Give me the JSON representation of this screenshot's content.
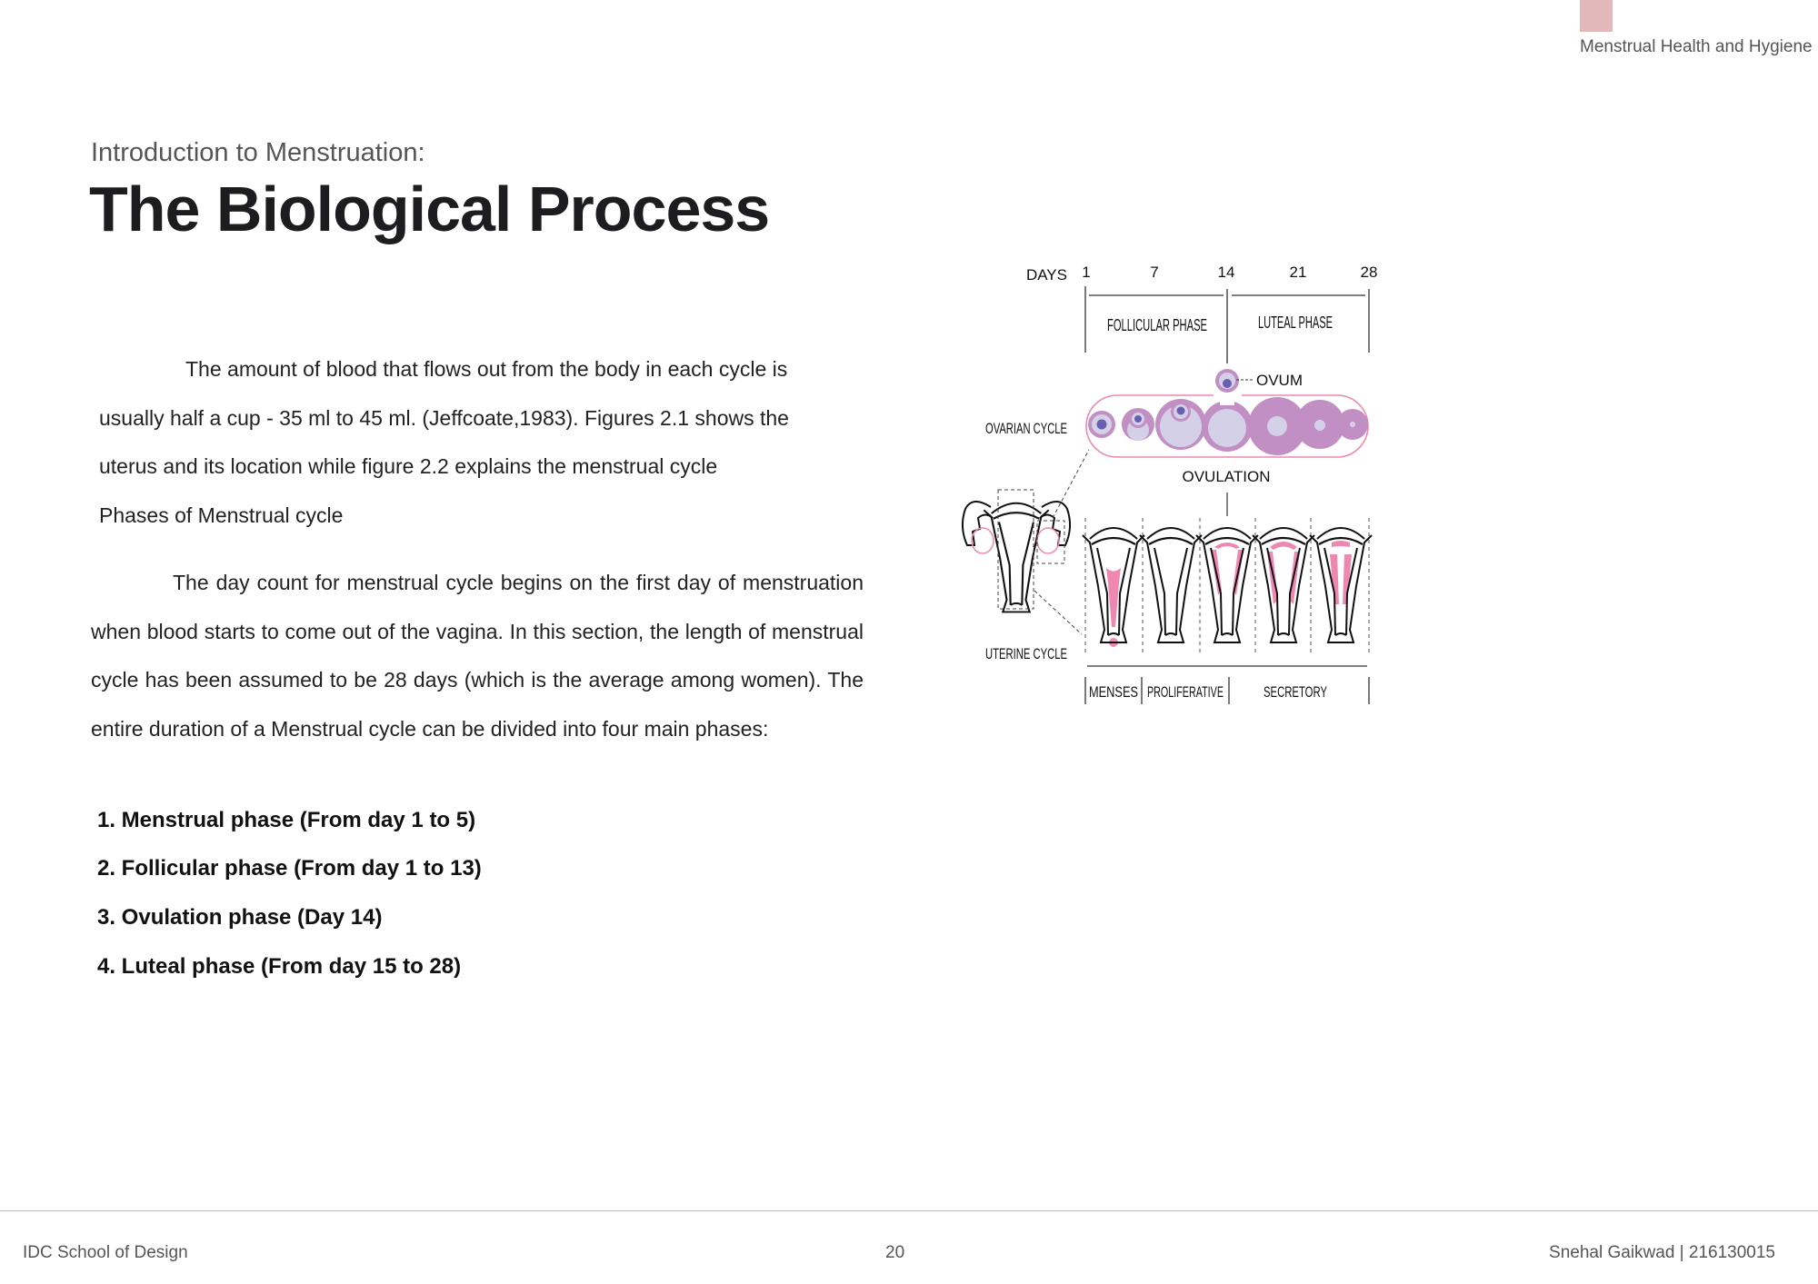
{
  "header": {
    "running_title": "Menstrual Health and Hygiene",
    "accent_color": "#e3b8ba"
  },
  "page": {
    "subtitle": "Introduction to Menstruation:",
    "title": "The Biological Process",
    "paragraph1_lines": [
      "The amount of blood that flows out from the body in each cycle is",
      "usually half a cup - 35 ml to 45 ml. (Jeffcoate,1983). Figures 2.1 shows the",
      "uterus and its location while figure 2.2 explains the menstrual cycle",
      "Phases of Menstrual cycle"
    ],
    "paragraph2": "The day count for menstrual cycle begins on the first day of menstruation when blood starts to come out of the vagina. In this section, the length of menstrual cycle has been assumed to be 28 days (which is the average among women). The entire duration of a Menstrual cycle can be divided into four main phases:",
    "phases": [
      "1. Menstrual phase (From day 1 to 5)",
      "2. Follicular phase (From day 1 to 13)",
      "3. Ovulation phase (Day 14)",
      "4. Luteal phase (From day 15 to 28)"
    ]
  },
  "figure": {
    "days_label": "DAYS",
    "days": [
      "1",
      "7",
      "14",
      "21",
      "28"
    ],
    "follicular_phase": "FOLLICULAR PHASE",
    "luteal_phase": "LUTEAL PHASE",
    "ovum": "OVUM",
    "ovarian_cycle": "OVARIAN CYCLE",
    "ovulation": "OVULATION",
    "uterine_cycle": "UTERINE CYCLE",
    "menses": "MENSES",
    "proliferative": "PROLIFERATIVE",
    "secretory": "SECRETORY",
    "colors": {
      "pink": "#ee88b0",
      "purple": "#c18fc4",
      "lavender": "#d4d0e8",
      "nucleus": "#6a5fae"
    }
  },
  "footer": {
    "left": "IDC School of Design",
    "page_number": "20",
    "right": "Snehal Gaikwad | 216130015"
  }
}
